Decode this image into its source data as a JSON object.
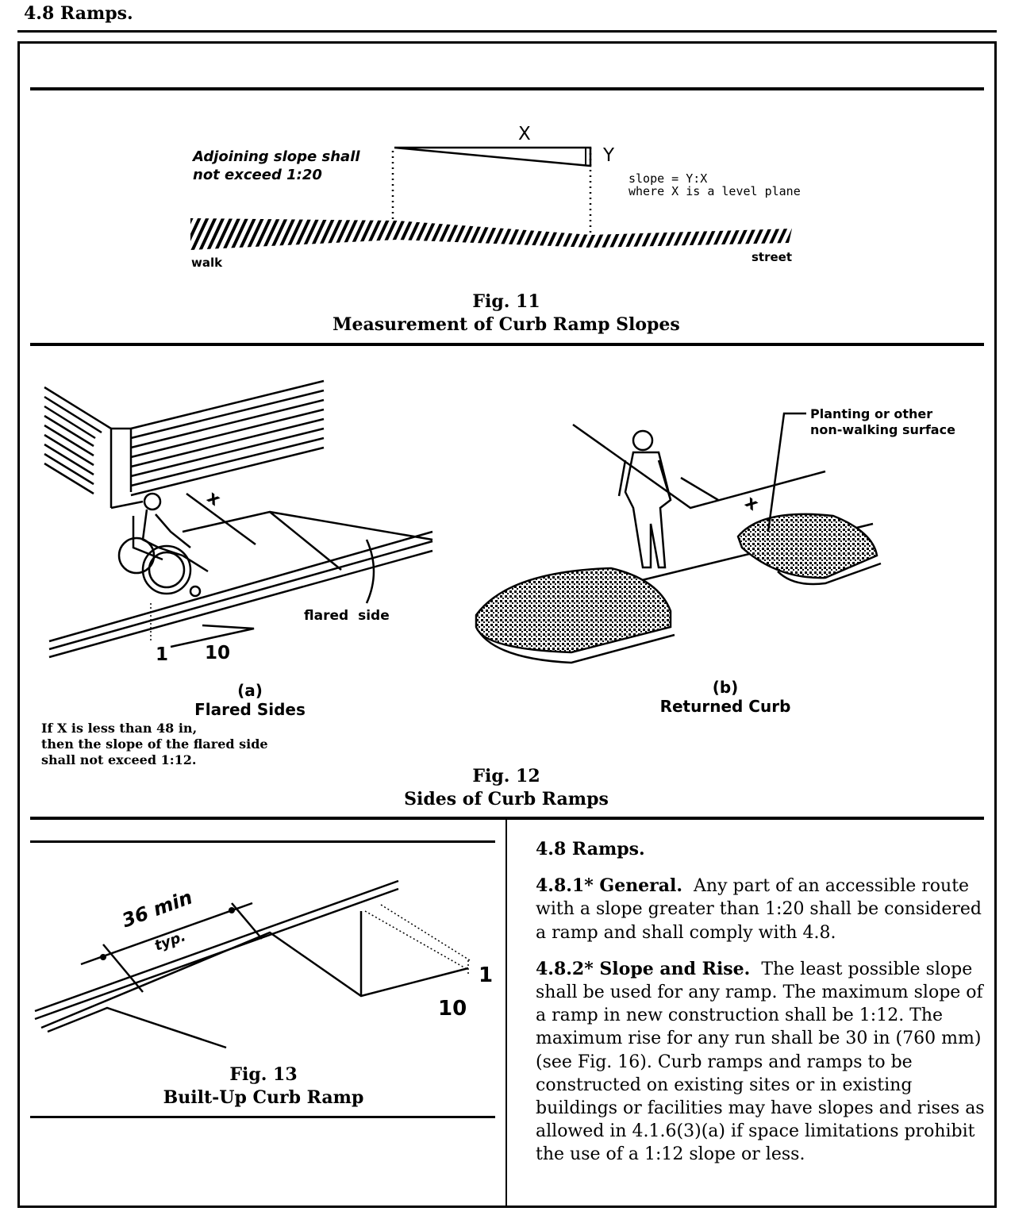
{
  "header": {
    "section_title": "4.8 Ramps."
  },
  "fig11": {
    "annotation_adjoining": [
      "Adjoining slope shall",
      "not exceed 1:20"
    ],
    "label_x": "X",
    "label_y": "Y",
    "slope_formula": [
      "slope = Y:X",
      "where X is a level plane"
    ],
    "label_walk": "walk",
    "label_street": "street",
    "caption_number": "Fig. 11",
    "caption_title": "Measurement of Curb Ramp Slopes"
  },
  "fig12": {
    "label_x_a": "x",
    "label_flared_side": "flared side",
    "ratio_rise": "1",
    "ratio_run": "10",
    "sub_a_letter": "(a)",
    "sub_a_title": "Flared Sides",
    "note": [
      "If X is less than 48 in,",
      "then the slope of the flared side",
      "shall not exceed 1:12."
    ],
    "label_planting": [
      "Planting or other",
      "non-walking surface"
    ],
    "label_x_b": "x",
    "sub_b_letter": "(b)",
    "sub_b_title": "Returned Curb",
    "caption_number": "Fig. 12",
    "caption_title": "Sides of Curb Ramps"
  },
  "fig13": {
    "label_width": "36 min",
    "label_typ": "typ.",
    "ratio_rise": "1",
    "ratio_run": "10",
    "caption_number": "Fig. 13",
    "caption_title": "Built-Up Curb Ramp"
  },
  "text": {
    "heading": "4.8 Ramps.",
    "p1_label": "4.8.1* General.",
    "p1_body": "Any part of an accessible route with a slope greater than 1:20 shall be considered a ramp and shall comply with 4.8.",
    "p2_label": "4.8.2* Slope and Rise.",
    "p2_body": "The least possible slope shall be used for any ramp. The maximum slope of a ramp in new construction shall be 1:12. The maximum rise for any run shall be 30 in (760 mm) (see Fig. 16). Curb ramps and ramps to be constructed on existing sites or in existing buildings or facilities may have slopes and rises as allowed in 4.1.6(3)(a) if space limitations prohibit the use of a 1:12 slope or less."
  }
}
